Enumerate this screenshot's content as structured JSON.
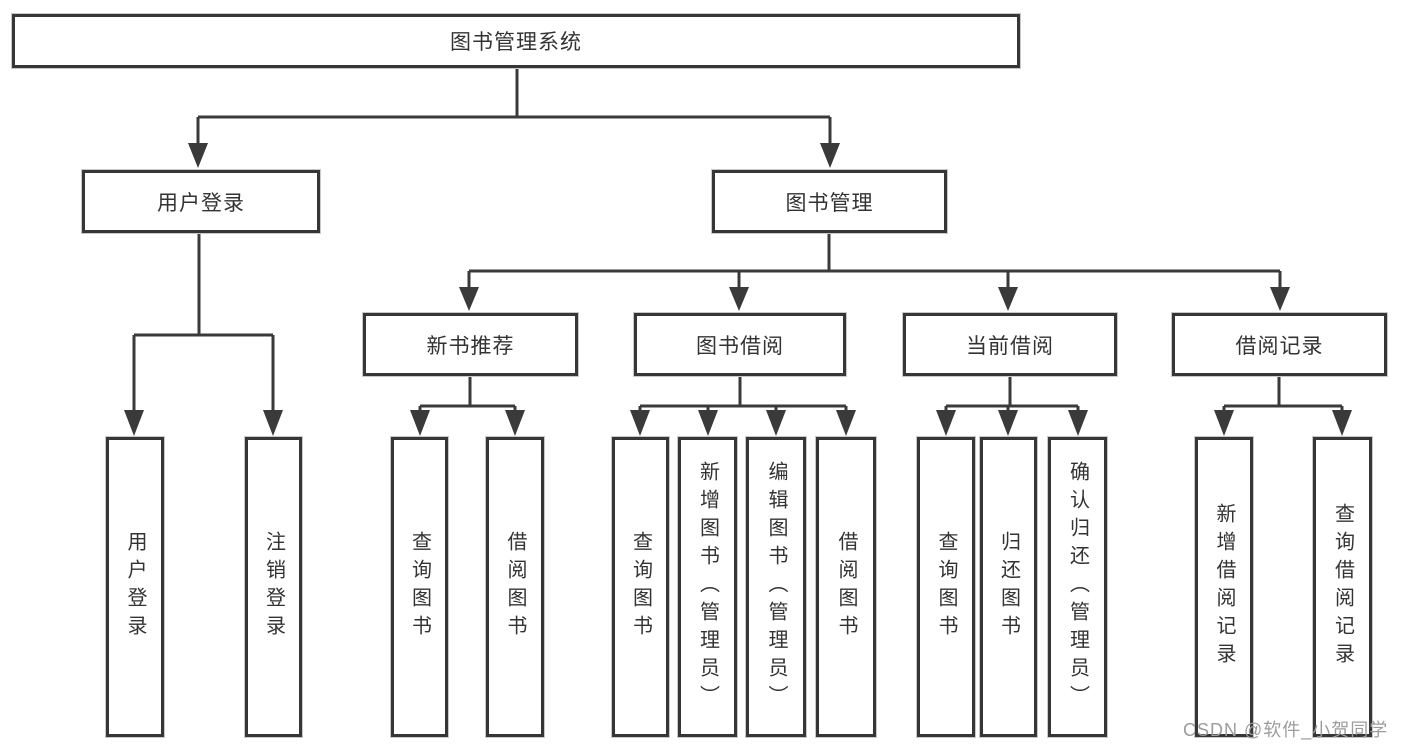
{
  "colors": {
    "line": "#3a3a3a",
    "box_border": "#363636",
    "text": "#333333",
    "watermark": "#9c9c9c",
    "background": "#ffffff"
  },
  "diagram": {
    "root": {
      "label": "图书管理系统"
    },
    "branches": [
      {
        "label": "用户登录",
        "children": [
          {
            "label": "用户登录"
          },
          {
            "label": "注销登录"
          }
        ]
      },
      {
        "label": "图书管理",
        "children": [
          {
            "label": "新书推荐",
            "children": [
              {
                "label": "查询图书"
              },
              {
                "label": "借阅图书"
              }
            ]
          },
          {
            "label": "图书借阅",
            "children": [
              {
                "label": "查询图书"
              },
              {
                "label": "新增图书（管理员）"
              },
              {
                "label": "编辑图书（管理员）"
              },
              {
                "label": "借阅图书"
              }
            ]
          },
          {
            "label": "当前借阅",
            "children": [
              {
                "label": "查询图书"
              },
              {
                "label": "归还图书"
              },
              {
                "label": "确认归还（管理员）"
              }
            ]
          },
          {
            "label": "借阅记录",
            "children": [
              {
                "label": "新增借阅记录"
              },
              {
                "label": "查询借阅记录"
              }
            ]
          }
        ]
      }
    ]
  },
  "watermark": "CSDN @软件_小贺同学"
}
